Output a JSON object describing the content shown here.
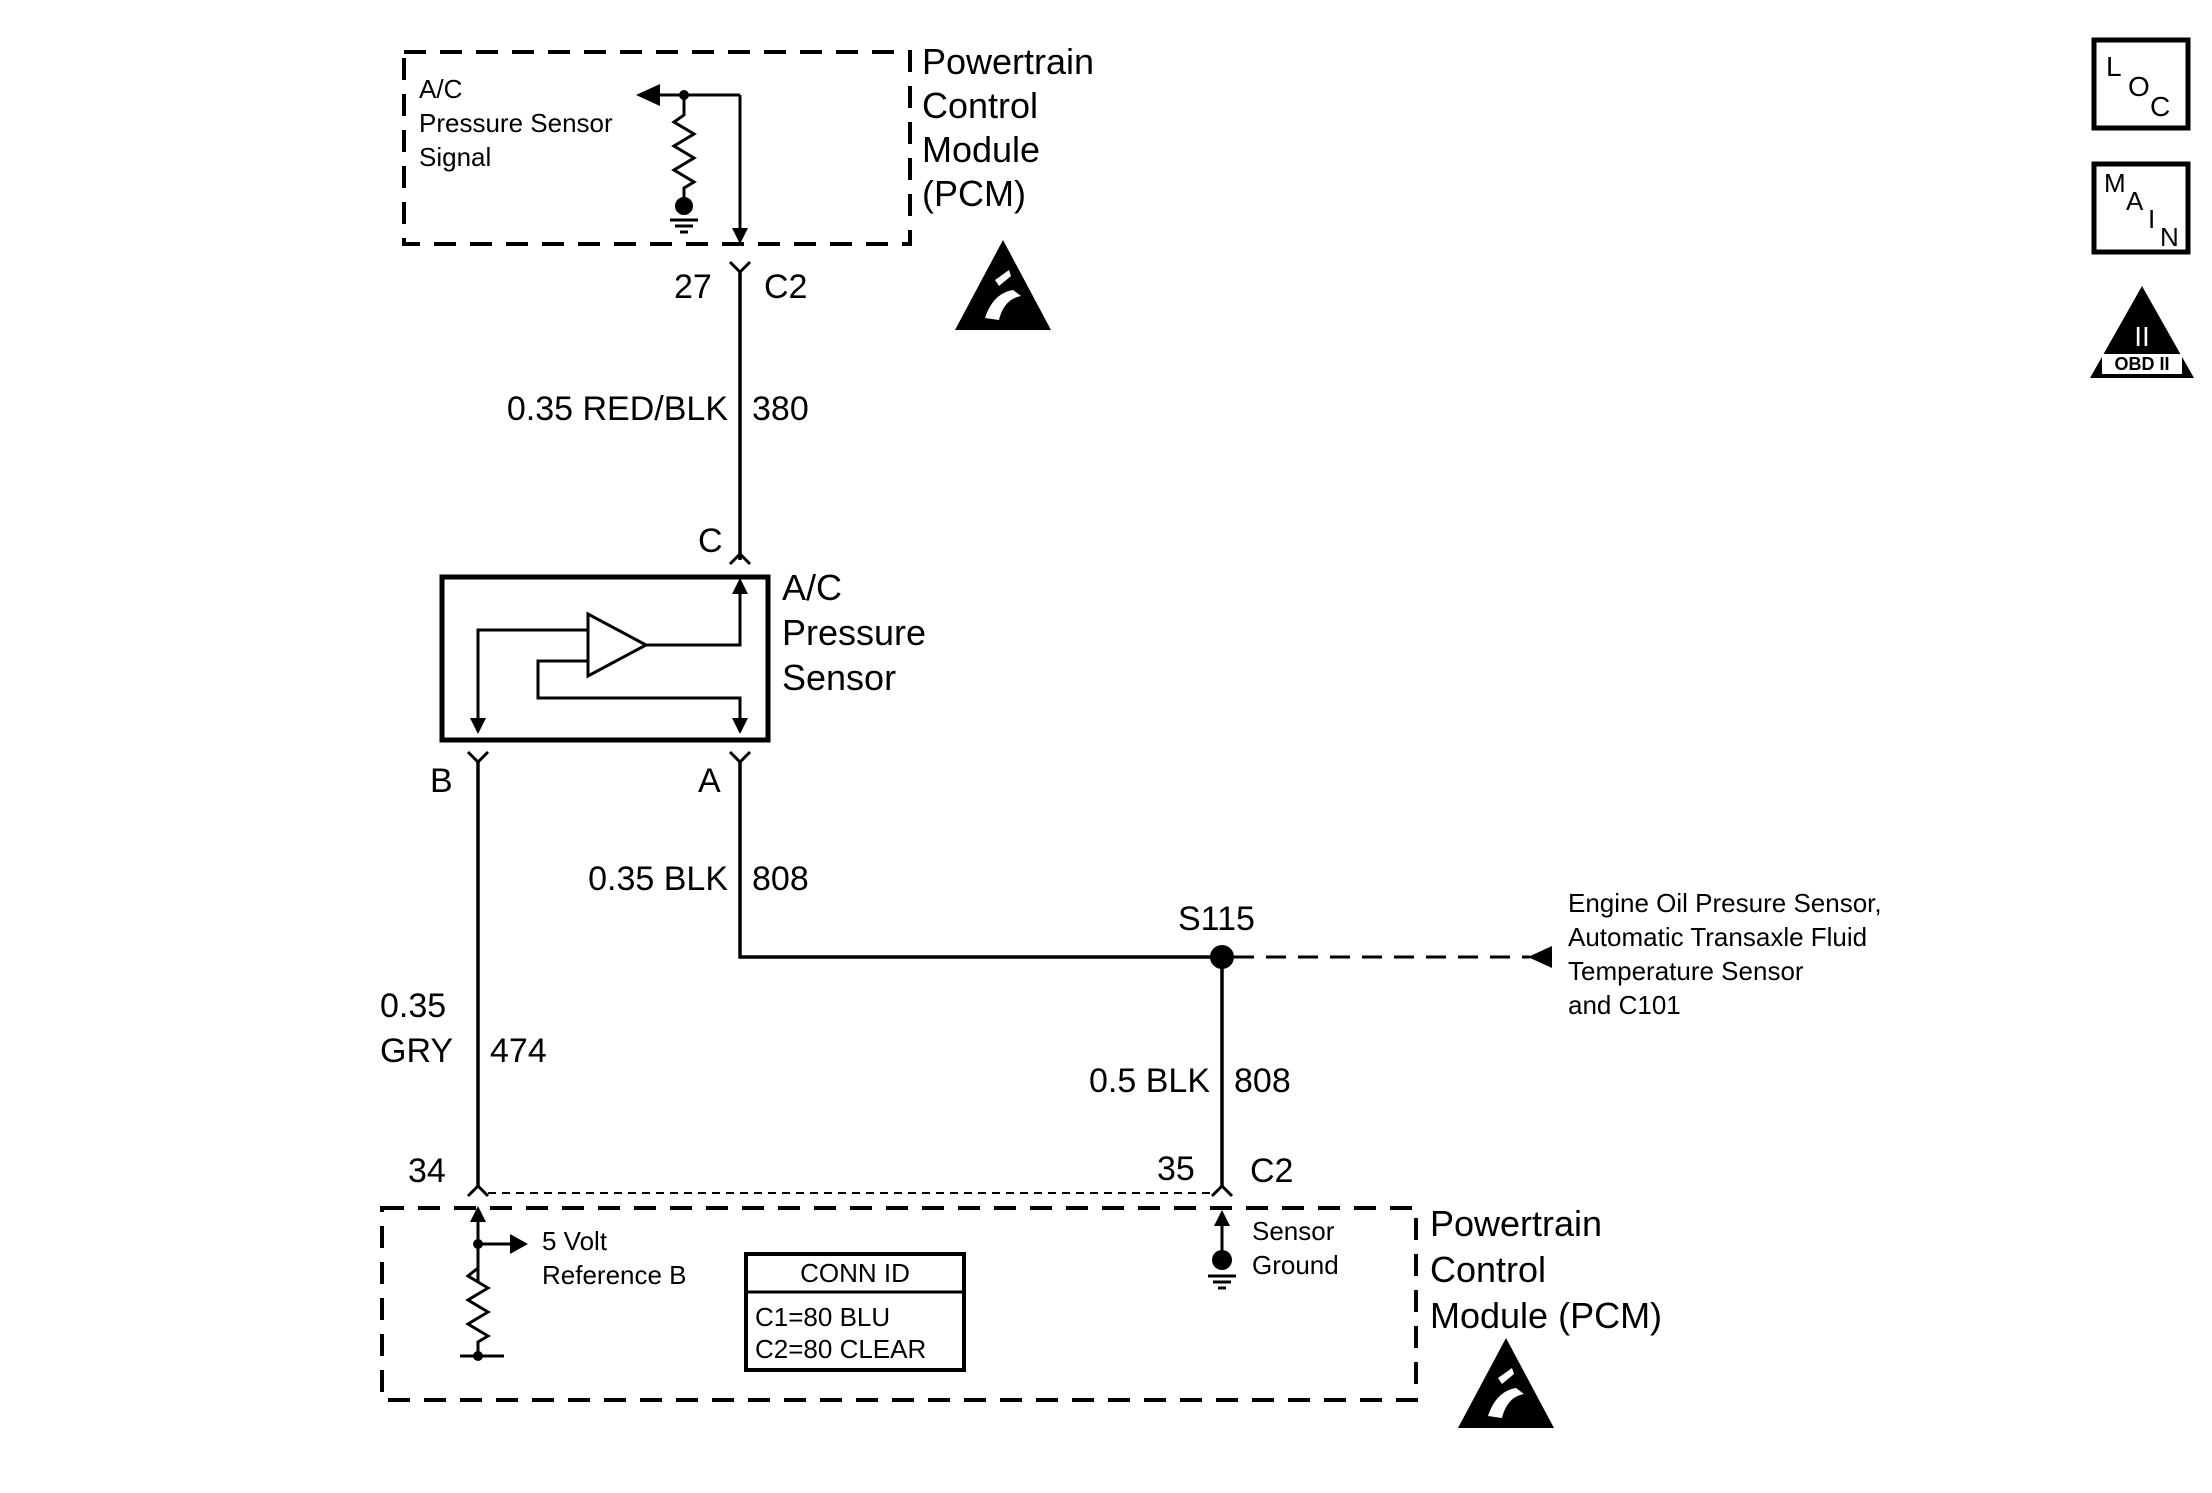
{
  "pcm_top": {
    "title_lines": [
      "Powertrain",
      "Control",
      "Module",
      "(PCM)"
    ],
    "signal_lines": [
      "A/C",
      "Pressure Sensor",
      "Signal"
    ],
    "pin": "27",
    "connector": "C2"
  },
  "wire_380": {
    "label": "0.35 RED/BLK",
    "circuit": "380"
  },
  "sensor": {
    "title_lines": [
      "A/C",
      "Pressure",
      "Sensor"
    ],
    "pin_c": "C",
    "pin_b": "B",
    "pin_a": "A"
  },
  "wire_808_a": {
    "label": "0.35 BLK",
    "circuit": "808"
  },
  "wire_474": {
    "label_lines": [
      "0.35",
      "GRY"
    ],
    "circuit": "474"
  },
  "splice": {
    "label": "S115"
  },
  "splice_note": {
    "lines": [
      "Engine Oil Presure Sensor,",
      "Automatic Transaxle Fluid",
      "Temperature Sensor",
      "and C101"
    ],
    "bold_prefix": "E"
  },
  "wire_808_b": {
    "label": "0.5 BLK",
    "circuit": "808"
  },
  "pcm_bottom": {
    "pin_34": "34",
    "pin_35": "35",
    "connector": "C2",
    "ref_lines": [
      "5 Volt",
      "Reference B"
    ],
    "ground_lines": [
      "Sensor",
      "Ground"
    ],
    "title_lines": [
      "Powertrain",
      "Control",
      "Module (PCM)"
    ]
  },
  "conn_id": {
    "header": "CONN ID",
    "rows": [
      "C1=80 BLU",
      "C2=80 CLEAR"
    ]
  },
  "side_icons": {
    "loc": [
      "L",
      "O",
      "C"
    ],
    "main": [
      "M",
      "A",
      "I",
      "N"
    ],
    "obd": {
      "numeral": "II",
      "caption": "OBD II"
    }
  },
  "icons": [
    "esd-warning-icon",
    "ground-icon",
    "resistor-icon",
    "amplifier-icon",
    "loc-icon",
    "main-icon",
    "obd-ii-icon"
  ]
}
